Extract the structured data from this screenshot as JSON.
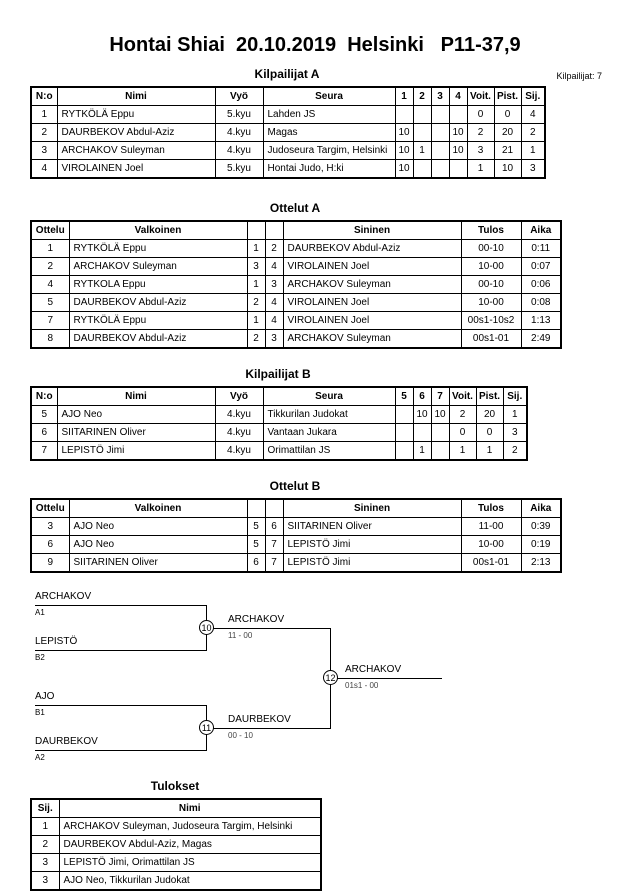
{
  "page": {
    "title": "Hontai Shiai  20.10.2019  Helsinki   P11-37,9",
    "kilpailijat_total": "Kilpailijat: 7"
  },
  "headings": {
    "pool_a": "Kilpailijat A",
    "matches_a": "Ottelut A",
    "pool_b": "Kilpailijat B",
    "matches_b": "Ottelut B",
    "results": "Tulokset"
  },
  "pool_headers": {
    "no": "N:o",
    "nimi": "Nimi",
    "vyo": "Vyö",
    "seura": "Seura",
    "voit": "Voit.",
    "pist": "Pist.",
    "sij": "Sij."
  },
  "match_headers": {
    "ottelu": "Ottelu",
    "valkoinen": "Valkoinen",
    "sininen": "Sininen",
    "tulos": "Tulos",
    "aika": "Aika"
  },
  "pool_a": {
    "round_cols": [
      "1",
      "2",
      "3",
      "4"
    ],
    "rows": [
      {
        "no": "1",
        "nimi": "RYTKÖLÄ Eppu",
        "vyo": "5.kyu",
        "seura": "Lahden JS",
        "r1": "",
        "r2": "",
        "r3": "",
        "r4": "",
        "voit": "0",
        "pist": "0",
        "sij": "4"
      },
      {
        "no": "2",
        "nimi": "DAURBEKOV Abdul-Aziz",
        "vyo": "4.kyu",
        "seura": "Magas",
        "r1": "10",
        "r2": "",
        "r3": "",
        "r4": "10",
        "voit": "2",
        "pist": "20",
        "sij": "2"
      },
      {
        "no": "3",
        "nimi": "ARCHAKOV Suleyman",
        "vyo": "4.kyu",
        "seura": "Judoseura Targim, Helsinki",
        "r1": "10",
        "r2": "1",
        "r3": "",
        "r4": "10",
        "voit": "3",
        "pist": "21",
        "sij": "1"
      },
      {
        "no": "4",
        "nimi": "VIROLAINEN Joel",
        "vyo": "5.kyu",
        "seura": "Hontai Judo, H:ki",
        "r1": "10",
        "r2": "",
        "r3": "",
        "r4": "",
        "voit": "1",
        "pist": "10",
        "sij": "3"
      }
    ]
  },
  "matches_a": {
    "rows": [
      {
        "no": "1",
        "white": "RYTKÖLÄ Eppu",
        "white_no": "1",
        "blue_no": "2",
        "blue": "DAURBEKOV Abdul-Aziz",
        "tulos": "00-10",
        "aika": "0:11"
      },
      {
        "no": "2",
        "white": "ARCHAKOV Suleyman",
        "white_no": "3",
        "blue_no": "4",
        "blue": "VIROLAINEN Joel",
        "tulos": "10-00",
        "aika": "0:07"
      },
      {
        "no": "4",
        "white": "RYTKOLA Eppu",
        "white_no": "1",
        "blue_no": "3",
        "blue": "ARCHAKOV Suleyman",
        "tulos": "00-10",
        "aika": "0:06"
      },
      {
        "no": "5",
        "white": "DAURBEKOV Abdul-Aziz",
        "white_no": "2",
        "blue_no": "4",
        "blue": "VIROLAINEN Joel",
        "tulos": "10-00",
        "aika": "0:08"
      },
      {
        "no": "7",
        "white": "RYTKÖLÄ Eppu",
        "white_no": "1",
        "blue_no": "4",
        "blue": "VIROLAINEN Joel",
        "tulos": "00s1-10s2",
        "aika": "1:13"
      },
      {
        "no": "8",
        "white": "DAURBEKOV Abdul-Aziz",
        "white_no": "2",
        "blue_no": "3",
        "blue": "ARCHAKOV Suleyman",
        "tulos": "00s1-01",
        "aika": "2:49"
      }
    ]
  },
  "pool_b": {
    "round_cols": [
      "5",
      "6",
      "7"
    ],
    "rows": [
      {
        "no": "5",
        "nimi": "AJO Neo",
        "vyo": "4.kyu",
        "seura": "Tikkurilan Judokat",
        "r1": "",
        "r2": "10",
        "r3": "10",
        "voit": "2",
        "pist": "20",
        "sij": "1"
      },
      {
        "no": "6",
        "nimi": "SIITARINEN Oliver",
        "vyo": "4.kyu",
        "seura": "Vantaan Jukara",
        "r1": "",
        "r2": "",
        "r3": "",
        "voit": "0",
        "pist": "0",
        "sij": "3"
      },
      {
        "no": "7",
        "nimi": "LEPISTÖ Jimi",
        "vyo": "4.kyu",
        "seura": "Orimattilan JS",
        "r1": "",
        "r2": "1",
        "r3": "",
        "voit": "1",
        "pist": "1",
        "sij": "2"
      }
    ]
  },
  "matches_b": {
    "rows": [
      {
        "no": "3",
        "white": "AJO Neo",
        "white_no": "5",
        "blue_no": "6",
        "blue": "SIITARINEN Oliver",
        "tulos": "11-00",
        "aika": "0:39"
      },
      {
        "no": "6",
        "white": "AJO Neo",
        "white_no": "5",
        "blue_no": "7",
        "blue": "LEPISTÖ Jimi",
        "tulos": "10-00",
        "aika": "0:19"
      },
      {
        "no": "9",
        "white": "SIITARINEN Oliver",
        "white_no": "6",
        "blue_no": "7",
        "blue": "LEPISTÖ Jimi",
        "tulos": "00s1-01",
        "aika": "2:13"
      }
    ]
  },
  "bracket": {
    "semifinal_1": {
      "white": "ARCHAKOV",
      "white_seed": "A1",
      "blue": "LEPISTÖ",
      "blue_seed": "B2",
      "match_no": "10",
      "winner": "ARCHAKOV",
      "score": "11 - 00"
    },
    "semifinal_2": {
      "white": "AJO",
      "white_seed": "B1",
      "blue": "DAURBEKOV",
      "blue_seed": "A2",
      "match_no": "11",
      "winner": "DAURBEKOV",
      "score": "00 - 10"
    },
    "final": {
      "match_no": "12",
      "winner": "ARCHAKOV",
      "score": "01s1 - 00"
    }
  },
  "results": {
    "headers": {
      "sij": "Sij.",
      "nimi": "Nimi"
    },
    "rows": [
      {
        "sij": "1",
        "nimi": "ARCHAKOV Suleyman, Judoseura Targim, Helsinki"
      },
      {
        "sij": "2",
        "nimi": "DAURBEKOV Abdul-Aziz, Magas"
      },
      {
        "sij": "3",
        "nimi": "LEPISTÖ Jimi, Orimattilan JS"
      },
      {
        "sij": "3",
        "nimi": "AJO Neo, Tikkurilan Judokat"
      }
    ]
  }
}
